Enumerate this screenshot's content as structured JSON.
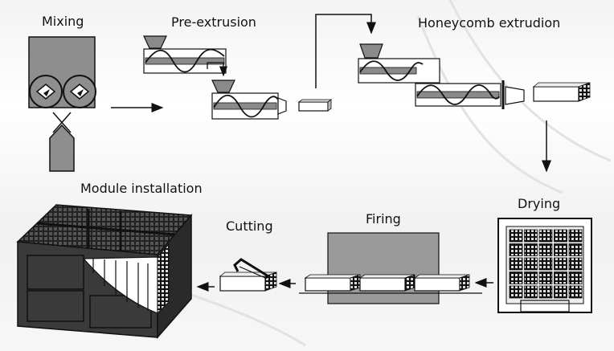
{
  "stages": {
    "mixing": "Mixing",
    "pre_extrusion": "Pre-extrusion",
    "honeycomb_extrusion": "Honeycomb extrudion",
    "drying": "Drying",
    "firing": "Firing",
    "cutting": "Cutting",
    "module_installation": "Module installation"
  },
  "colors": {
    "dark": "#3a3a3a",
    "mid_gray": "#8c8c8c",
    "hopper": "#8a8a8a",
    "outline": "#111111",
    "background": "#f4f4f4"
  },
  "icons": [
    "mixer-icon",
    "pre-extruder-icon",
    "honeycomb-extruder-icon",
    "dryer-icon",
    "kiln-icon",
    "cutter-icon",
    "catalyst-module-icon"
  ]
}
